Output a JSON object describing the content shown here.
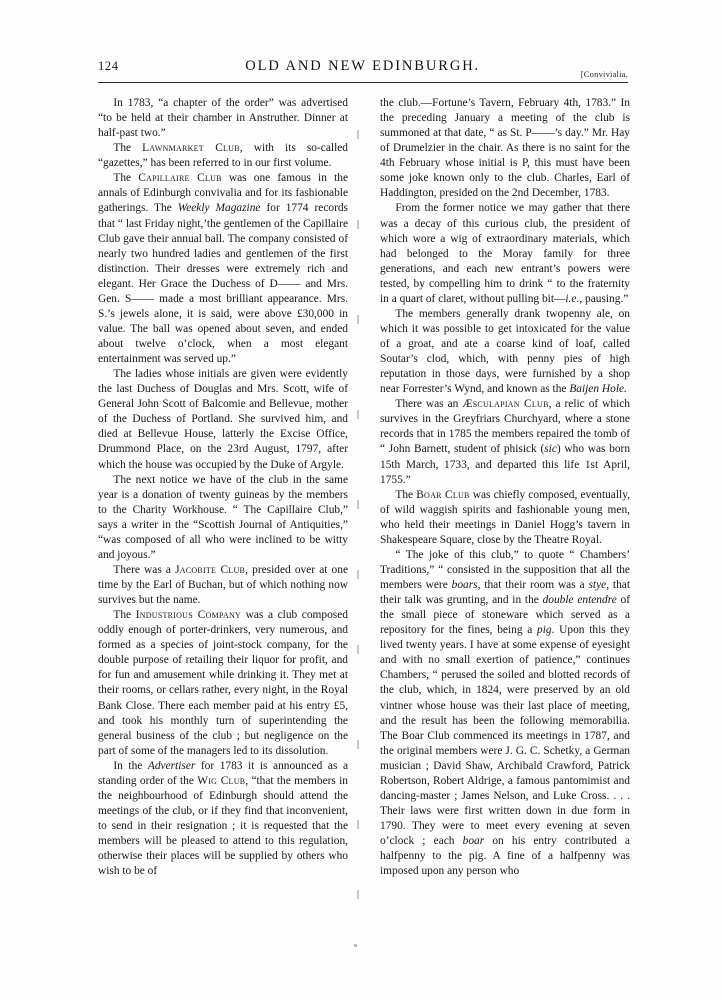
{
  "page": {
    "folio": "124",
    "running_title": "OLD AND NEW EDINBURGH.",
    "signature_note": "[Convivialia."
  },
  "left_column": {
    "paragraphs": [
      {
        "id": "p1",
        "runs": [
          {
            "t": "In 1783, “a chapter of the order” was advertised “to be held at their chamber in Anstruther. Dinner at half-past two.”",
            "style": "normal"
          }
        ]
      },
      {
        "id": "p2",
        "runs": [
          {
            "t": "The ",
            "style": "normal"
          },
          {
            "t": "Lawnmarket Club",
            "style": "smallcaps"
          },
          {
            "t": ", with its so-called “gazettes,” has been referred to in our first volume.",
            "style": "normal"
          }
        ]
      },
      {
        "id": "p3",
        "runs": [
          {
            "t": "The ",
            "style": "normal"
          },
          {
            "t": "Capillaire Club",
            "style": "smallcaps"
          },
          {
            "t": " was one famous in the annals of Edinburgh convivalia and for its fashionable gatherings. The ",
            "style": "normal"
          },
          {
            "t": "Weekly Magazine",
            "style": "italic"
          },
          {
            "t": " for 1774 records that “ last Friday night,’the gentlemen of the Capillaire Club gave their annual ball. The company consisted of nearly two hundred ladies and gentlemen of the first distinction. Their dresses were extremely rich and elegant. Her Grace the Duchess of D—— and Mrs. Gen. S—— made a most brilliant appearance. Mrs. S.’s jewels alone, it is said, were above £30,000 in value. The ball was opened about seven, and ended about twelve o’clock, when a most elegant entertainment was served up.”",
            "style": "normal"
          }
        ]
      },
      {
        "id": "p4",
        "runs": [
          {
            "t": "The ladies whose initials are given were evidently the last Duchess of Douglas and Mrs. Scott, wife of General John Scott of Balcomie and Bellevue, mother of the Duchess of Portland. She survived him, and died at Bellevue House, latterly the Excise Office, Drummond Place, on the 23rd August, 1797, after which the house was occupied by the Duke of Argyle.",
            "style": "normal"
          }
        ]
      },
      {
        "id": "p5",
        "runs": [
          {
            "t": "The next notice we have of the club in the same year is a donation of twenty guineas by the members to the Charity Workhouse. “ The Capillaire Club,” says a writer in the “Scottish Journal of Antiquities,” “was composed of all who were inclined to be witty and joyous.”",
            "style": "normal"
          }
        ]
      },
      {
        "id": "p6",
        "runs": [
          {
            "t": "There was a ",
            "style": "normal"
          },
          {
            "t": "Jacobite Club",
            "style": "smallcaps"
          },
          {
            "t": ", presided over at one time by the Earl of Buchan, but of which nothing now survives but the name.",
            "style": "normal"
          }
        ]
      },
      {
        "id": "p7",
        "runs": [
          {
            "t": "The ",
            "style": "normal"
          },
          {
            "t": "Industrious Company",
            "style": "smallcaps"
          },
          {
            "t": " was a club composed oddly enough of porter-drinkers, very numerous, and formed as a species of joint-stock company, for the double purpose of retailing their liquor for profit, and for fun and amusement while drinking it. They met at their rooms, or cellars rather, every night, in the Royal Bank Close. There each member paid at his entry £5, and took his monthly turn of superintending the general business of the club ; but negligence on the part of some of the managers led to its dissolution.",
            "style": "normal"
          }
        ]
      },
      {
        "id": "p8",
        "runs": [
          {
            "t": "In the ",
            "style": "normal"
          },
          {
            "t": "Advertiser",
            "style": "italic"
          },
          {
            "t": " for 1783 it is announced as a standing order of the ",
            "style": "normal"
          },
          {
            "t": "Wig Club",
            "style": "smallcaps"
          },
          {
            "t": ", “that the members in the neighbourhood of Edinburgh should attend the meetings of the club, or if they find that inconvenient, to send in their resignation ; it is requested that the members will be pleased to attend to this regulation, otherwise their places will be supplied by others who wish to be of",
            "style": "normal"
          }
        ]
      }
    ]
  },
  "right_column": {
    "paragraphs": [
      {
        "id": "r1",
        "indent": false,
        "runs": [
          {
            "t": "the club.—Fortune’s Tavern, February 4th, 1783.” In the preceding January a meeting of the club is summoned at that date, “ as St. P——’s day.” Mr. Hay of Drumelzier in the chair. As there is no saint for the 4th February whose initial is P, this must have been some joke known only to the club. Charles, Earl of Haddington, presided on the 2nd December, 1783.",
            "style": "normal"
          }
        ]
      },
      {
        "id": "r2",
        "indent": true,
        "runs": [
          {
            "t": "From the former notice we may gather that there was a decay of this curious club, the president of which wore a wig of extraordinary materials, which had belonged to the Moray family for three generations, and each new entrant’s powers were tested, by compelling him to drink “ to the fraternity in a quart of claret, without pulling bit—",
            "style": "normal"
          },
          {
            "t": "i.e.",
            "style": "italic"
          },
          {
            "t": ", pausing.”",
            "style": "normal"
          }
        ]
      },
      {
        "id": "r3",
        "indent": true,
        "runs": [
          {
            "t": "The members generally drank twopenny ale, on which it was possible to get intoxicated for the value of a groat, and ate a coarse kind of loaf, called Soutar’s clod, which, with penny pies of high reputation in those days, were furnished by a shop near Forrester’s Wynd, and known as the ",
            "style": "normal"
          },
          {
            "t": "Baijen Hole.",
            "style": "italic"
          }
        ]
      },
      {
        "id": "r4",
        "indent": true,
        "runs": [
          {
            "t": "There was an ",
            "style": "normal"
          },
          {
            "t": "Æsculapian Club",
            "style": "smallcaps"
          },
          {
            "t": ", a relic of which survives in the Greyfriars Churchyard, where a stone records that in 1785 the members repaired the tomb of “ John Barnett, student of phisick (",
            "style": "normal"
          },
          {
            "t": "sic",
            "style": "italic"
          },
          {
            "t": ") who was born 15th March, 1733, and departed this life 1st April, 1755.”",
            "style": "normal"
          }
        ]
      },
      {
        "id": "r5",
        "indent": true,
        "runs": [
          {
            "t": "The ",
            "style": "normal"
          },
          {
            "t": "Boar Club",
            "style": "smallcaps"
          },
          {
            "t": " was chiefly composed, eventually, of wild waggish spirits and fashionable young men, who held their meetings in Daniel Hogg’s tavern in Shakespeare Square, close by the Theatre Royal.",
            "style": "normal"
          }
        ]
      },
      {
        "id": "r6",
        "indent": true,
        "runs": [
          {
            "t": "“ The joke of this club,” to quote “ Chambers’ Traditions,” “ consisted in the supposition that all the members were ",
            "style": "normal"
          },
          {
            "t": "boars",
            "style": "italic"
          },
          {
            "t": ", that their room was a ",
            "style": "normal"
          },
          {
            "t": "stye",
            "style": "italic"
          },
          {
            "t": ", that their talk was grunting, and in the ",
            "style": "normal"
          },
          {
            "t": "double entendre",
            "style": "italic"
          },
          {
            "t": " of the small piece of stoneware which served as a repository for the fines, being a ",
            "style": "normal"
          },
          {
            "t": "pig",
            "style": "italic"
          },
          {
            "t": ". Upon this they lived twenty years. I have at some expense of eyesight and with no small exertion of patience,” continues Chambers, “ perused the soiled and blotted records of the club, which, in 1824, were preserved by an old vintner whose house was their last place of meeting, and the result has been the following memorabilia. The Boar Club commenced its meetings in 1787, and the original members were J. G. C. Schetky, a German musician ; David Shaw, Archibald Crawford, Patrick Robertson, Robert Aldrige, a famous pantomimist and dancing-master ; James Nelson, and Luke Cross. . . . Their laws were first written down in due form in 1790. They were to meet every evening at seven o’clock ; each ",
            "style": "normal"
          },
          {
            "t": "boar",
            "style": "italic"
          },
          {
            "t": " on his entry contributed a halfpenny to the pig. A fine of a halfpenny was imposed upon any person who",
            "style": "normal"
          }
        ]
      }
    ]
  }
}
